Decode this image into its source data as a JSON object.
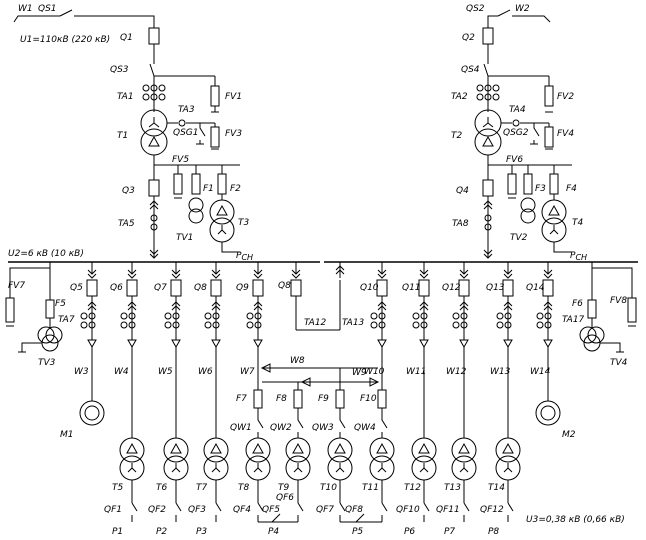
{
  "voltages": {
    "u1": "U1=110кВ (220 кВ)",
    "u2": "U2=6 кВ (10 кВ)",
    "u3": "U3=0,38 кВ (0,66 кВ)"
  },
  "top_left": {
    "w": "W1",
    "qs": "QS1",
    "q": "Q1",
    "qs_dis": "QS3",
    "ta": "TA1",
    "fv_a": "FV1",
    "ta_n": "TA3",
    "t": "T1",
    "qsg": "QSG1",
    "fv_b": "FV3",
    "fv_c": "FV5",
    "f_a": "F1",
    "f_b": "F2",
    "q_lv": "Q3",
    "ta_lv": "TA5",
    "tv": "TV1",
    "t_aux": "T3",
    "pch": "P",
    "pch_sub": "CH"
  },
  "top_right": {
    "w": "W2",
    "qs": "QS2",
    "q": "Q2",
    "qs_dis": "QS4",
    "ta": "TA2",
    "fv_a": "FV2",
    "ta_n": "TA4",
    "t": "T2",
    "qsg": "QSG2",
    "fv_b": "FV4",
    "fv_c": "FV6",
    "f_a": "F3",
    "f_b": "F4",
    "q_lv": "Q4",
    "ta_lv": "TA8",
    "tv": "TV2",
    "t_aux": "T4",
    "pch": "P",
    "pch_sub": "CH"
  },
  "left_vt": {
    "fv": "FV7",
    "f": "F5",
    "ta": "TA7",
    "tv": "TV3"
  },
  "right_vt": {
    "fv": "FV8",
    "f": "F6",
    "ta": "TA17",
    "tv": "TV4"
  },
  "feeders": [
    {
      "q": "Q5",
      "w": "W3",
      "load": "M1"
    },
    {
      "q": "Q6",
      "w": "W4",
      "t": "T5",
      "qf": "QF1",
      "p": "P1"
    },
    {
      "q": "Q7",
      "w": "W5",
      "t": "T6",
      "qf": "QF2",
      "p": "P2"
    },
    {
      "q": "Q8",
      "w": "W6",
      "t": "T7",
      "qf": "QF3",
      "p": "P3"
    },
    {
      "q": "Q9",
      "w": "W7"
    },
    {
      "q": "Q8",
      "ta": "TA12"
    },
    {
      "q": "Q10",
      "ta": "TA13",
      "w": "W10"
    },
    {
      "q": "Q11",
      "w": "W11",
      "t": "T12",
      "qf": "QF10",
      "p": "P6"
    },
    {
      "q": "Q12",
      "w": "W12",
      "t": "T13",
      "qf": "QF11",
      "p": "P7"
    },
    {
      "q": "Q13",
      "w": "W13",
      "t": "T14",
      "qf": "QF12",
      "p": "P8"
    },
    {
      "q": "Q14",
      "w": "W14",
      "load": "M2"
    }
  ],
  "middle": {
    "w8": "W8",
    "w9": "W9",
    "f": [
      "F7",
      "F8",
      "F9",
      "F10"
    ],
    "qw": [
      "QW1",
      "QW2",
      "QW3",
      "QW4"
    ],
    "t": [
      "T8",
      "T9",
      "T10",
      "T11"
    ],
    "qf": [
      "QF4",
      "QF5",
      "QF6",
      "QF7",
      "QF8"
    ],
    "p": [
      "P4",
      "P5"
    ]
  }
}
